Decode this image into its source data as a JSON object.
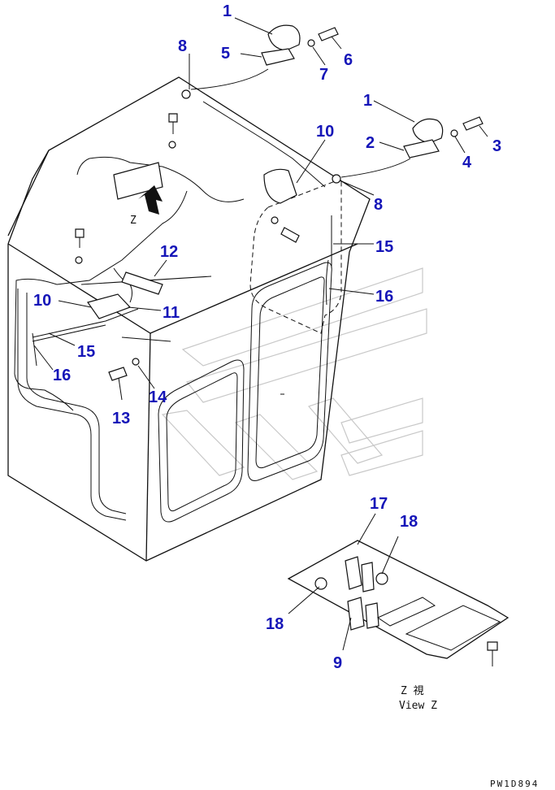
{
  "callouts": {
    "c1a": "1",
    "c5": "5",
    "c8a": "8",
    "c7": "7",
    "c6": "6",
    "c1b": "1",
    "c2": "2",
    "c3": "3",
    "c4": "4",
    "c8b": "8",
    "c10a": "10",
    "c15a": "15",
    "c16a": "16",
    "c12": "12",
    "c10b": "10",
    "c11": "11",
    "c15b": "15",
    "c16b": "16",
    "c13": "13",
    "c14": "14",
    "c17": "17",
    "c18a": "18",
    "c18b": "18",
    "c9": "9"
  },
  "detail_letter": "Z",
  "view_label_jp": "Z 視",
  "view_label_en": "View Z",
  "drawing_code": "PW1D894"
}
